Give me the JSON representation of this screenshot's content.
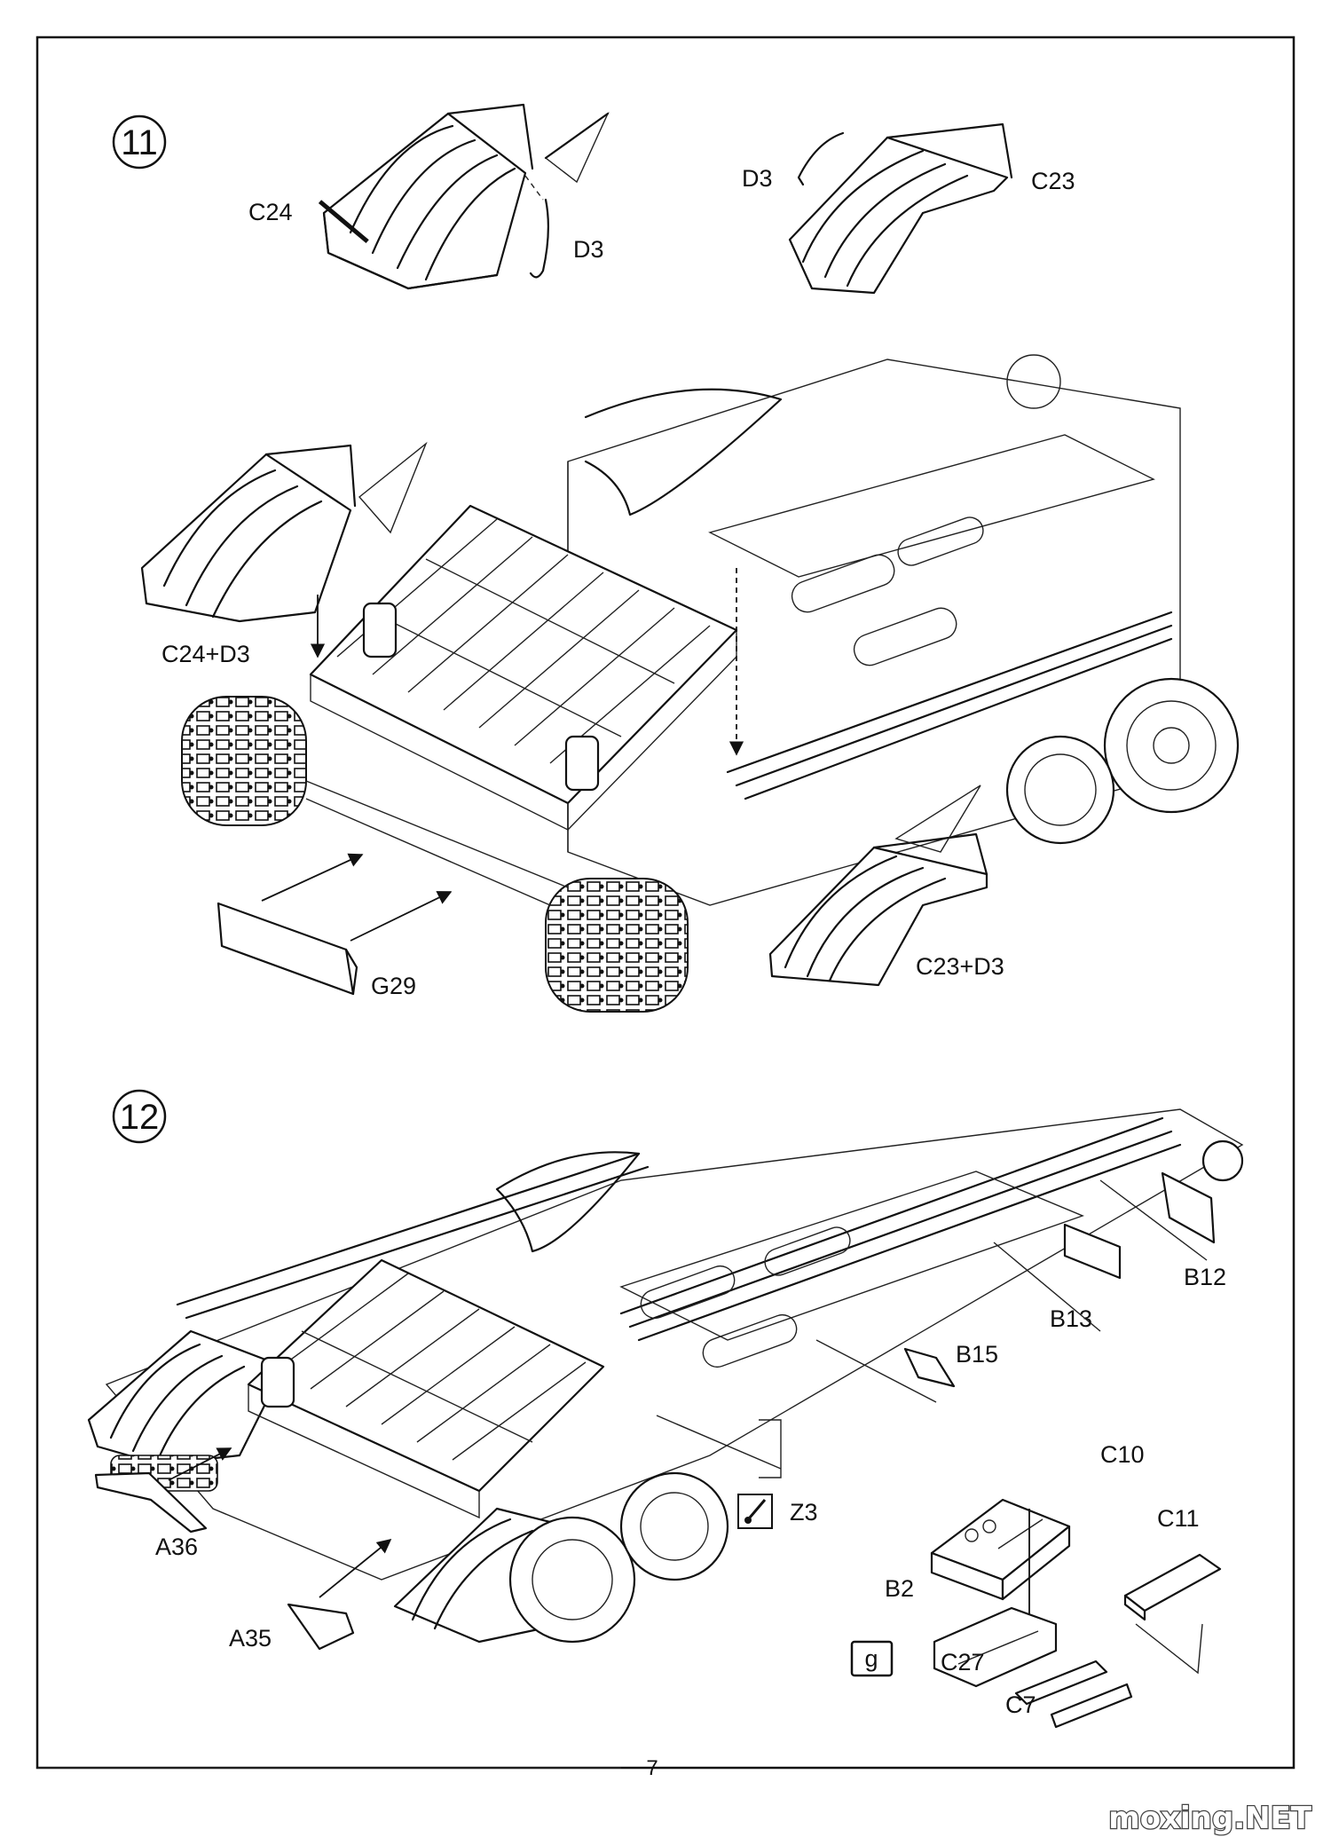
{
  "page_number": "7",
  "watermark": "moxing.NET",
  "steps": [
    {
      "number": "11"
    },
    {
      "number": "12"
    }
  ],
  "labels": {
    "c24": "C24",
    "d3_left": "D3",
    "d3_right": "D3",
    "c23": "C23",
    "c24_d3": "C24+D3",
    "g29": "G29",
    "c23_d3": "C23+D3",
    "b12": "B12",
    "b13": "B13",
    "b15": "B15",
    "c10": "C10",
    "c11": "C11",
    "z3": "Z3",
    "a36": "A36",
    "a35": "A35",
    "b2": "B2",
    "c27": "C27",
    "c7": "C7",
    "g": "g"
  },
  "icons": {
    "glue": "glue-brush-icon"
  }
}
